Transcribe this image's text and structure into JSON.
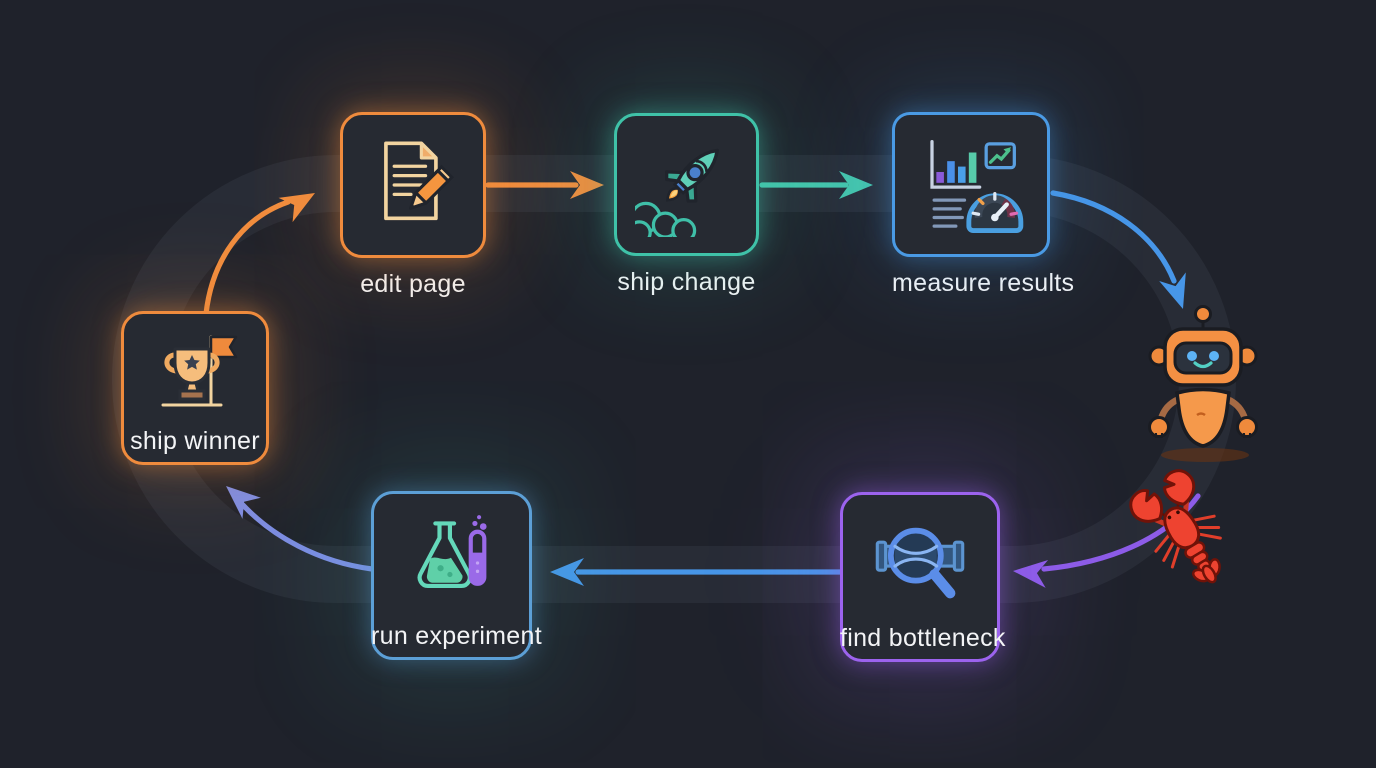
{
  "canvas": {
    "background_color": "#1f222b",
    "track_color": "rgba(175,188,212,0.065)"
  },
  "nodes": [
    {
      "id": "edit-page",
      "label": "edit page",
      "icon": "document-pencil-icon",
      "accent": "#ef8b3d",
      "label_position": "below"
    },
    {
      "id": "ship-change",
      "label": "ship change",
      "icon": "rocket-icon",
      "accent": "#3fc2a8",
      "label_position": "below"
    },
    {
      "id": "measure-results",
      "label": "measure results",
      "icon": "dashboard-gauge-icon",
      "accent": "#4a9ae4",
      "label_position": "below"
    },
    {
      "id": "ship-winner",
      "label": "ship winner",
      "icon": "trophy-flag-icon",
      "accent": "#ef8b3d",
      "label_position": "inside"
    },
    {
      "id": "run-experiment",
      "label": "run experiment",
      "icon": "flask-test-tube-icon",
      "accent": "#5c9fd6",
      "label_position": "inside"
    },
    {
      "id": "find-bottleneck",
      "label": "find bottleneck",
      "icon": "magnifier-pipe-icon",
      "accent": "#9c63ee",
      "label_position": "inside"
    }
  ],
  "arrows": [
    {
      "from": "ship-winner",
      "to": "edit-page",
      "color": "#f18d3e"
    },
    {
      "from": "edit-page",
      "to": "ship-change",
      "color": "#f18d3e"
    },
    {
      "from": "ship-change",
      "to": "measure-results",
      "color": "#45c6ac"
    },
    {
      "from": "measure-results",
      "to": "loop-right-side",
      "color": "#4796e8"
    },
    {
      "from": "loop-right-side",
      "to": "find-bottleneck",
      "color": "#8d5ce8"
    },
    {
      "from": "find-bottleneck",
      "to": "run-experiment",
      "color": "#4796e8"
    },
    {
      "from": "run-experiment",
      "to": "ship-winner",
      "color": "#7d8de4"
    }
  ],
  "mascots": [
    {
      "name": "robot",
      "color": "#f08a3c"
    },
    {
      "name": "lobster",
      "color": "#ee4330"
    }
  ]
}
